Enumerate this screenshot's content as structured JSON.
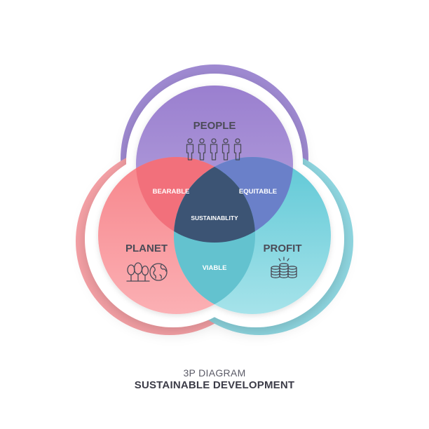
{
  "circles": {
    "people": {
      "label": "PEOPLE",
      "color": "#a790d4",
      "outline": "#9b86cf",
      "icon": "people-icon"
    },
    "planet": {
      "label": "PLANET",
      "color": "#f7898e",
      "outline": "#f4a3a8",
      "icon": "trees-globe-icon"
    },
    "profit": {
      "label": "PROFIT",
      "color": "#6ccfdc",
      "outline": "#8fd6e0",
      "icon": "coin-stacks-icon"
    }
  },
  "intersections": {
    "people_planet": "BEARABLE",
    "people_profit": "EQUITABLE",
    "planet_profit": "VIABLE",
    "center": "SUSTAINABLITY"
  },
  "caption": {
    "subtitle": "3P DIAGRAM",
    "title": "SUSTAINABLE DEVELOPMENT"
  }
}
